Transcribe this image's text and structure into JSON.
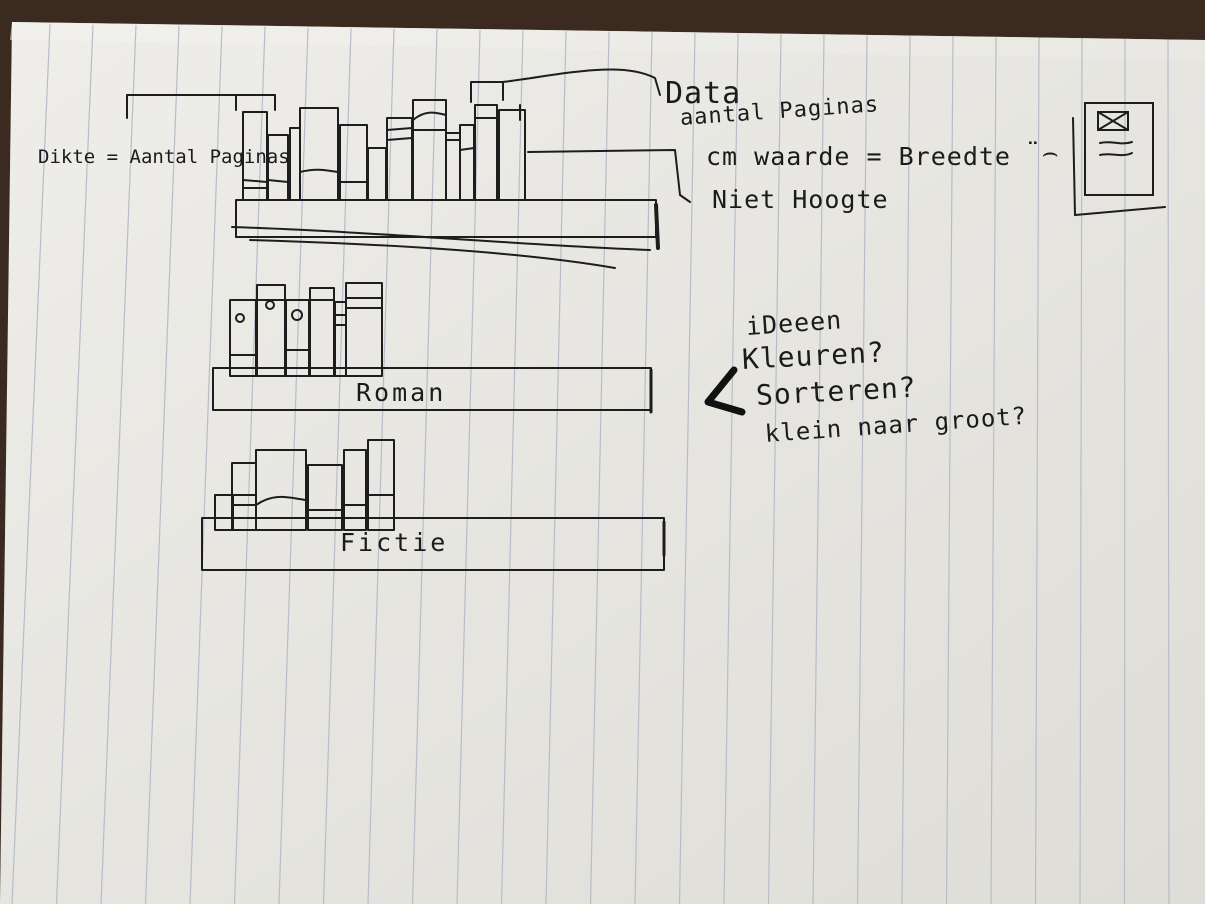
{
  "sketch": {
    "annotations": {
      "dikte": "Dikte = Aantal Paginas",
      "data": "Data",
      "data_sub": "aantal Paginas",
      "breedte": "cm waarde = Breedte",
      "breedte_smiley": "¨⌢",
      "hoogte": "Niet Hoogte",
      "ideeen": "iDeeen",
      "kleuren": "Kleuren?",
      "sorteren": "Sorteren?",
      "klein_groot": "klein naar groot?"
    },
    "shelves": {
      "roman_label": "Roman",
      "fictie_label": "Fictie"
    }
  }
}
